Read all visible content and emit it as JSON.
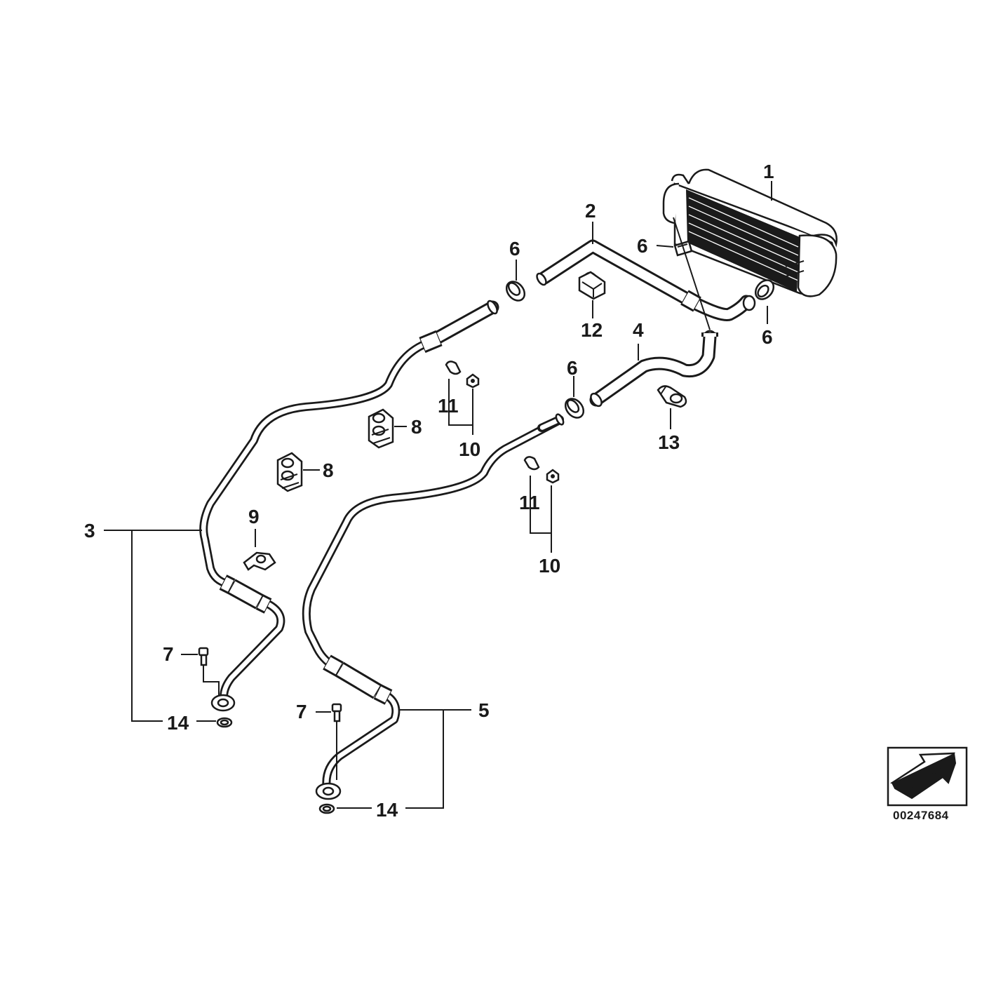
{
  "diagram": {
    "document_number": "00247684",
    "callouts": [
      {
        "id": "c1",
        "text": "1"
      },
      {
        "id": "c2",
        "text": "2"
      },
      {
        "id": "c3",
        "text": "3"
      },
      {
        "id": "c4",
        "text": "4"
      },
      {
        "id": "c5",
        "text": "5"
      },
      {
        "id": "c6a",
        "text": "6"
      },
      {
        "id": "c6b",
        "text": "6"
      },
      {
        "id": "c6c",
        "text": "6"
      },
      {
        "id": "c6d",
        "text": "6"
      },
      {
        "id": "c7a",
        "text": "7"
      },
      {
        "id": "c7b",
        "text": "7"
      },
      {
        "id": "c8a",
        "text": "8"
      },
      {
        "id": "c8b",
        "text": "8"
      },
      {
        "id": "c9",
        "text": "9"
      },
      {
        "id": "c10a",
        "text": "10"
      },
      {
        "id": "c10b",
        "text": "10"
      },
      {
        "id": "c11a",
        "text": "11"
      },
      {
        "id": "c11b",
        "text": "11"
      },
      {
        "id": "c12",
        "text": "12"
      },
      {
        "id": "c13",
        "text": "13"
      },
      {
        "id": "c14a",
        "text": "14"
      },
      {
        "id": "c14b",
        "text": "14"
      }
    ],
    "icons": [
      "oil-cooler-icon",
      "hose-clamp-icon",
      "bolt-icon",
      "seal-ring-icon",
      "pipe-holder-icon",
      "direction-arrow-icon"
    ]
  }
}
